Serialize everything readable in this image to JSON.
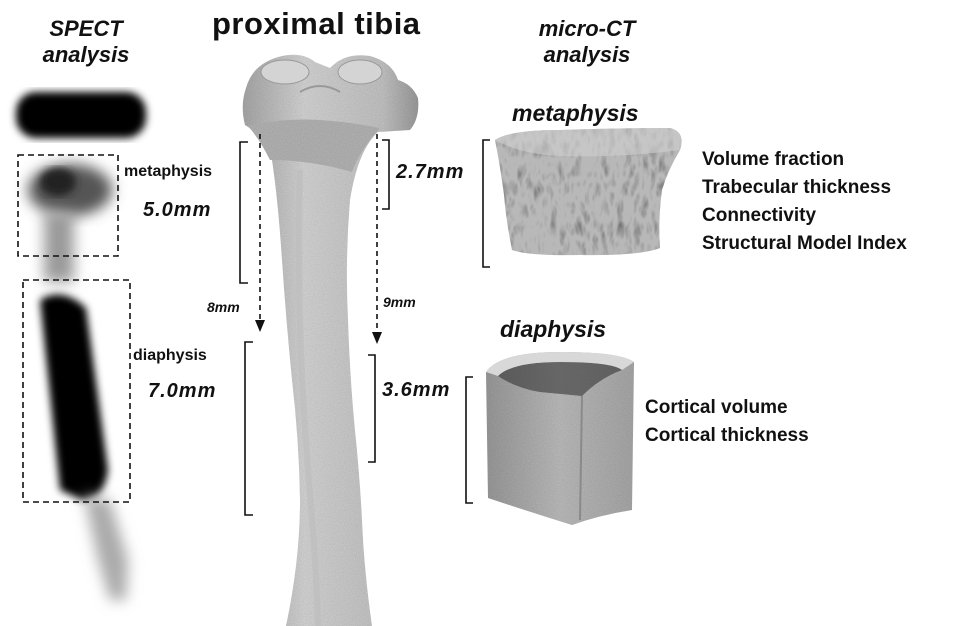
{
  "title": "proximal tibia",
  "spect_header": {
    "line1": "SPECT",
    "line2": "analysis"
  },
  "microct_header": {
    "line1": "micro-CT",
    "line2": "analysis"
  },
  "spect": {
    "metaphysis_label": "metaphysis",
    "metaphysis_length": "5.0mm",
    "diaphysis_label": "diaphysis",
    "diaphysis_length": "7.0mm"
  },
  "bone": {
    "left_offset": "8mm",
    "right_offset": "9mm",
    "metaphysis_length": "2.7mm",
    "diaphysis_length": "3.6mm"
  },
  "microct": {
    "metaphysis_title": "metaphysis",
    "metaphysis_metrics": [
      "Volume fraction",
      "Trabecular thickness",
      "Connectivity",
      "Structural Model Index"
    ],
    "diaphysis_title": "diaphysis",
    "diaphysis_metrics": [
      "Cortical volume",
      "Cortical thickness"
    ]
  },
  "colors": {
    "bone": "#c9c9c9",
    "bone_shadow": "#8f8f8f",
    "spect": "#000000",
    "text": "#111111"
  }
}
